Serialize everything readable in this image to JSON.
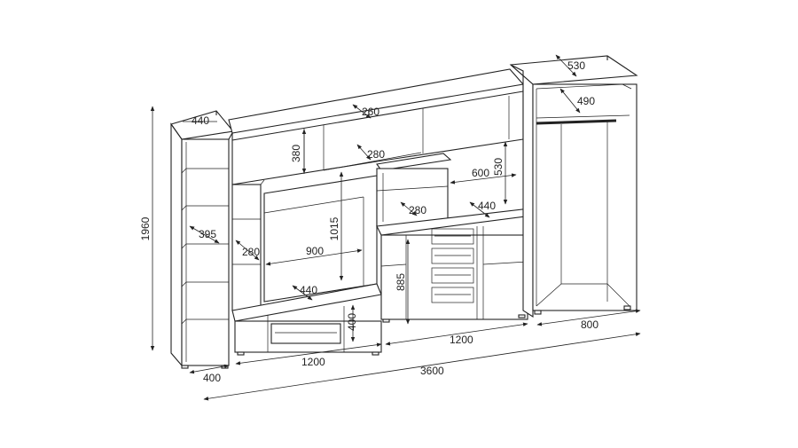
{
  "diagram": {
    "dimensions": {
      "total_width": "3600",
      "height": "1960",
      "left_cab_width": "400",
      "left_cab_depth": "440",
      "left_shelf_depth": "395",
      "tv_block_width": "1200",
      "top_shelf_depth": "260",
      "top_niche_height": "380",
      "mid_shelf_depth": "280",
      "tv_panel_width": "900",
      "tv_panel_height": "1015",
      "side_shelf_depth": "280",
      "tv_base_depth": "440",
      "tv_base_height": "400",
      "upper_box_depth": "280",
      "upper_box_width": "600",
      "upper_box_height": "530",
      "right_block_depth": "440",
      "drawer_block_height": "885",
      "right_block_width": "1200",
      "wardrobe_depth_top": "530",
      "wardrobe_depth_inner": "490",
      "wardrobe_width": "800"
    }
  }
}
